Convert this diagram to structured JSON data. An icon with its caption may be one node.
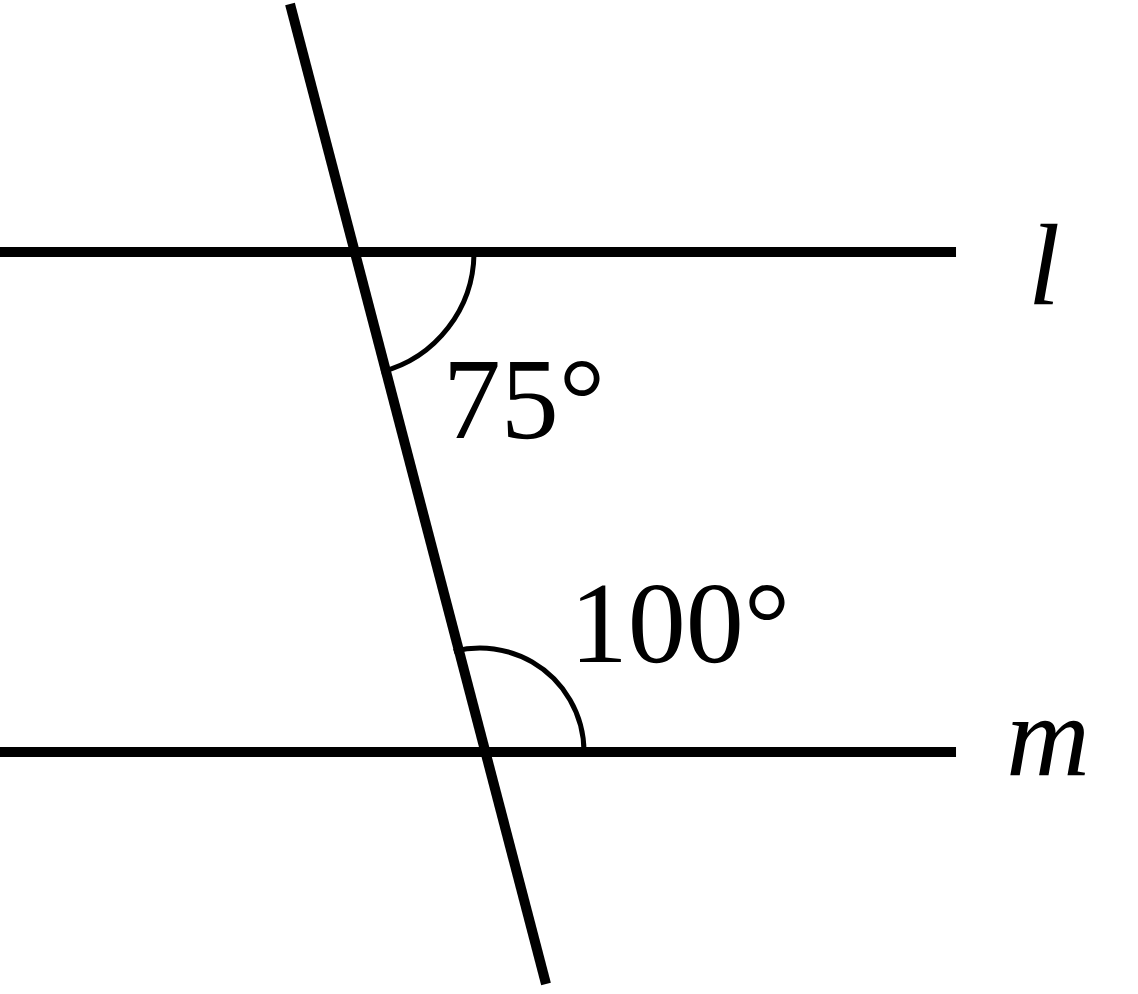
{
  "diagram": {
    "labels": [
      "l",
      "75°",
      "100°",
      "m"
    ]
  }
}
